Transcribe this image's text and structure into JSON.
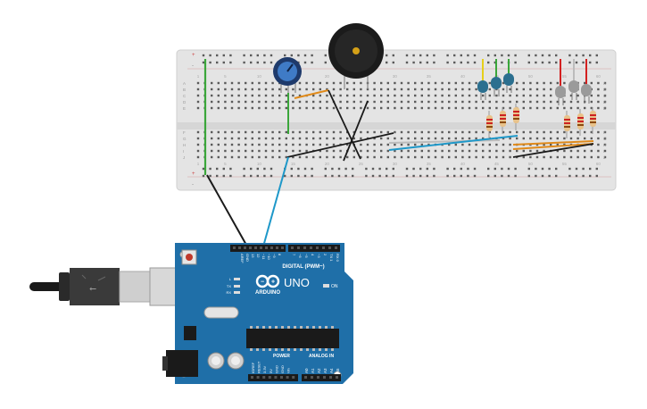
{
  "breadboard": {
    "row_letters_top": [
      "A",
      "B",
      "C",
      "D",
      "E"
    ],
    "row_letters_bottom": [
      "F",
      "G",
      "H",
      "I",
      "J"
    ],
    "column_numbers": [
      "1",
      "5",
      "10",
      "15",
      "20",
      "25",
      "30",
      "35",
      "40",
      "45",
      "50",
      "55",
      "60"
    ],
    "rail_plus": "+",
    "rail_minus": "-"
  },
  "arduino": {
    "logo_text": "ARDUINO",
    "model": "UNO",
    "digital_label": "DIGITAL (PWM~)",
    "power_label": "POWER",
    "analog_label": "ANALOG IN",
    "on_label": "ON",
    "led_labels": [
      "L",
      "TX",
      "RX"
    ],
    "top_pin_labels": [
      "AREF",
      "GND",
      "13",
      "12",
      "~11",
      "~10",
      "~9",
      "8",
      "7",
      "~6",
      "~5",
      "4",
      "~3",
      "2",
      "TX 1",
      "RX 0"
    ],
    "power_pin_labels": [
      "IOREF",
      "RESET",
      "3.3V",
      "5V",
      "GND",
      "GND",
      "Vin"
    ],
    "analog_pin_labels": [
      "A0",
      "A1",
      "A2",
      "A3",
      "A4",
      "A5"
    ]
  },
  "colors": {
    "board_blue": "#1f6fa8",
    "breadboard_bg": "#e4e4e4",
    "wire_green": "#3aa63a",
    "wire_black": "#1a1a1a",
    "wire_cyan": "#1e98c9",
    "wire_orange": "#e08a1a",
    "led_blue": "#2b6f8f",
    "led_gray": "#9a9a9a",
    "wire_red": "#d32020",
    "wire_yellow": "#e6cf1a"
  }
}
